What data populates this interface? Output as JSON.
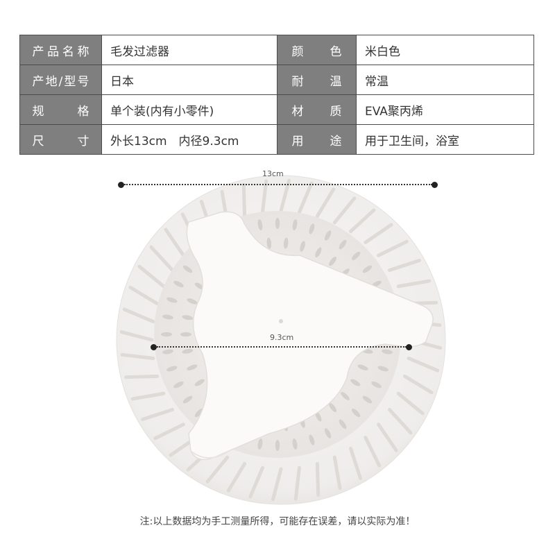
{
  "specs": {
    "rows": [
      {
        "label1": "产品名称",
        "value1": "毛发过滤器",
        "label2": "颜色",
        "value2": "米白色"
      },
      {
        "label1": "产地/型号",
        "value1": "日本",
        "label2": "耐温",
        "value2": "常温"
      },
      {
        "label1": "规格",
        "value1": "单个装(内有小零件)",
        "label2": "材质",
        "value2": "EVA聚丙烯"
      },
      {
        "label1": "尺寸",
        "value1": "外长13cm　内径9.3cm",
        "label2": "用途",
        "value2": "用于卫生间，浴室"
      }
    ]
  },
  "dimensions": {
    "outer": "13cm",
    "inner": "9.3cm"
  },
  "note": "注:以上数据均为手工测量所得，可能存在误差，请以实际为准！",
  "colors": {
    "label_bg": "#7f7f7f",
    "product": "#f3f1ef",
    "dot": "#222222"
  }
}
